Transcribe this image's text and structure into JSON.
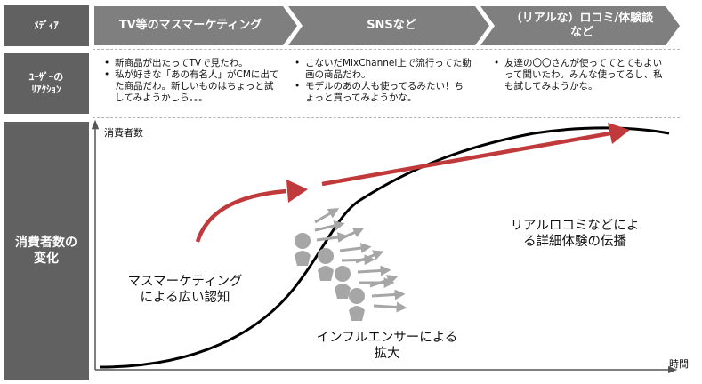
{
  "rows": {
    "media_label": "ﾒﾃﾞｨｱ",
    "reaction_label": "ﾕｰｻﾞｰの\nﾘｱｸｼｮﾝ",
    "change_label": "消費者数の\n変化"
  },
  "media": [
    {
      "label": "TV等のマスマーケティング"
    },
    {
      "label": "SNSなど"
    },
    {
      "label": "（リアルな）ロコミ/体験談\nなど"
    }
  ],
  "reactions": [
    {
      "items": [
        "新商品が出たってTVで見たわ。",
        "私が好きな「あの有名人」がCMに出てた商品だわ。新しいものはちょっと試してみようかしら。。。"
      ]
    },
    {
      "items": [
        "こないだMixChannel上で流行ってた動画の商品だわ。",
        "モデルのあの人も使ってるみたい！ちょっと買ってみようかな。"
      ]
    },
    {
      "items": [
        "友達の〇〇さんが使っててとてもよいって聞いたわ。みんな使ってるし、私も試してみようかな。"
      ]
    }
  ],
  "diagram": {
    "y_axis_label": "消費者数",
    "x_axis_label": "時間",
    "annotations": {
      "mass": "マスマーケティング\nによる広い認知",
      "influencer": "インフルエンサーによる\n拡大",
      "word_of_mouth": "リアルロコミなどによ\nる詳細体験の伝播"
    },
    "colors": {
      "header_dark": "#616161",
      "chevron_gray": "#7f7f7f",
      "arrow_red": "#c0393b",
      "person_gray": "#a6a6a6",
      "curve": "#000000"
    }
  }
}
